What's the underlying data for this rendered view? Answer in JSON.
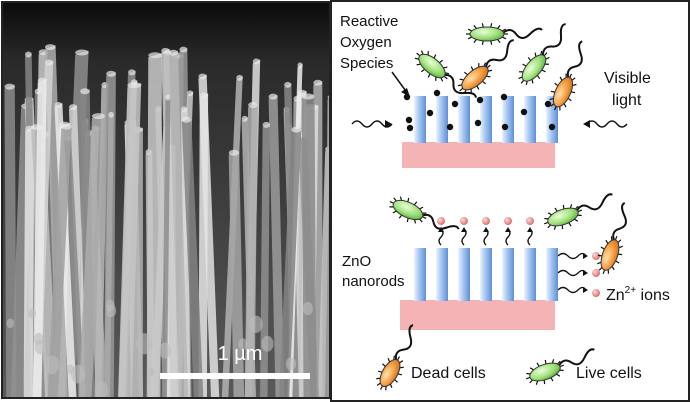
{
  "sem_panel": {
    "scale_bar_label": "1 µm"
  },
  "schematic": {
    "top": {
      "ros_label_lines": [
        "Reactive",
        "Oxygen",
        "Species"
      ],
      "light_label_lines": [
        "Visible",
        "light"
      ]
    },
    "bottom": {
      "zno_label_lines": [
        "ZnO",
        "nanorods"
      ],
      "ions_label_base": "Zn",
      "ions_label_sup": "2+",
      "ions_label_suffix": " ions"
    },
    "legend": {
      "dead_label": "Dead cells",
      "live_label": "Live cells"
    }
  },
  "colors": {
    "rod": "#7fa8e0",
    "rod_light": "#e6efff",
    "substrate": "#f4b3b5",
    "dead_cell": "#f39a3d",
    "live_cell": "#9ee07a",
    "ion": "#e88a8a"
  }
}
